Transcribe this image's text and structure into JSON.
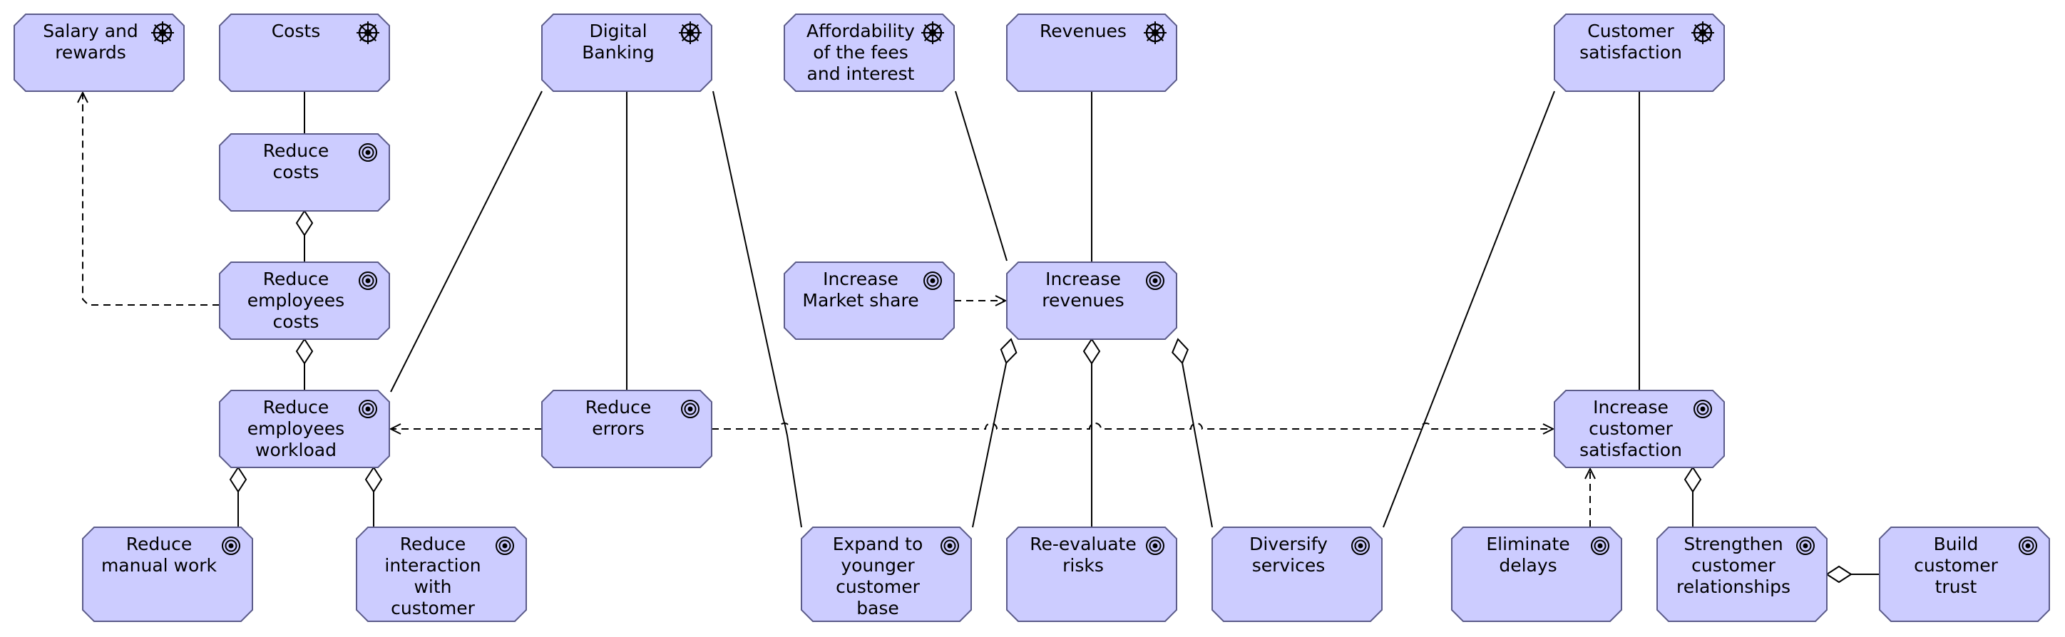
{
  "diagram": {
    "colors": {
      "node_fill": "#ccccff",
      "node_stroke": "#5c5c8a",
      "line": "#000000",
      "background": "#ffffff"
    },
    "nodes": [
      {
        "id": "salary",
        "kind": "driver",
        "lines": [
          "Salary and",
          "rewards"
        ]
      },
      {
        "id": "costs",
        "kind": "driver",
        "lines": [
          "Costs"
        ]
      },
      {
        "id": "digital",
        "kind": "driver",
        "lines": [
          "Digital",
          "Banking"
        ]
      },
      {
        "id": "afford",
        "kind": "driver",
        "lines": [
          "Affordability",
          "of the fees",
          "and interest"
        ]
      },
      {
        "id": "revenues",
        "kind": "driver",
        "lines": [
          "Revenues"
        ]
      },
      {
        "id": "custsat",
        "kind": "driver",
        "lines": [
          "Customer",
          "satisfaction"
        ]
      },
      {
        "id": "redcosts",
        "kind": "goal",
        "lines": [
          "Reduce",
          "costs"
        ]
      },
      {
        "id": "redemp",
        "kind": "goal",
        "lines": [
          "Reduce",
          "employees",
          "costs"
        ]
      },
      {
        "id": "incmkt",
        "kind": "goal",
        "lines": [
          "Increase",
          "Market share"
        ]
      },
      {
        "id": "increv",
        "kind": "goal",
        "lines": [
          "Increase",
          "revenues"
        ]
      },
      {
        "id": "redwork",
        "kind": "goal",
        "lines": [
          "Reduce",
          "employees",
          "workload"
        ]
      },
      {
        "id": "rederr",
        "kind": "goal",
        "lines": [
          "Reduce",
          "errors"
        ]
      },
      {
        "id": "inccust",
        "kind": "goal",
        "lines": [
          "Increase",
          "customer",
          "satisfaction"
        ]
      },
      {
        "id": "redman",
        "kind": "goal",
        "lines": [
          "Reduce",
          "manual work"
        ]
      },
      {
        "id": "redint",
        "kind": "goal",
        "lines": [
          "Reduce",
          "interaction",
          "with",
          "customer"
        ]
      },
      {
        "id": "expand",
        "kind": "goal",
        "lines": [
          "Expand to",
          "younger",
          "customer",
          "base"
        ]
      },
      {
        "id": "reeval",
        "kind": "goal",
        "lines": [
          "Re-evaluate",
          "risks"
        ]
      },
      {
        "id": "divers",
        "kind": "goal",
        "lines": [
          "Diversify",
          "services"
        ]
      },
      {
        "id": "elim",
        "kind": "goal",
        "lines": [
          "Eliminate",
          "delays"
        ]
      },
      {
        "id": "streng",
        "kind": "goal",
        "lines": [
          "Strengthen",
          "customer",
          "relationships"
        ]
      },
      {
        "id": "trust",
        "kind": "goal",
        "lines": [
          "Build",
          "customer",
          "trust"
        ]
      }
    ],
    "edges": [
      {
        "type": "association",
        "from": "costs",
        "to": "redcosts"
      },
      {
        "type": "aggregation",
        "whole": "redcosts",
        "part": "redemp"
      },
      {
        "type": "aggregation",
        "whole": "redemp",
        "part": "redwork"
      },
      {
        "type": "influence",
        "from": "redemp",
        "to": "salary"
      },
      {
        "type": "aggregation",
        "whole": "redwork",
        "part": "redman"
      },
      {
        "type": "aggregation",
        "whole": "redwork",
        "part": "redint"
      },
      {
        "type": "association",
        "from": "digital",
        "to": "redwork"
      },
      {
        "type": "association",
        "from": "digital",
        "to": "rederr"
      },
      {
        "type": "association",
        "from": "digital",
        "to": "expand"
      },
      {
        "type": "influence",
        "from": "rederr",
        "to": "redwork"
      },
      {
        "type": "influence",
        "from": "rederr",
        "to": "inccust"
      },
      {
        "type": "association",
        "from": "afford",
        "to": "increv"
      },
      {
        "type": "association",
        "from": "revenues",
        "to": "increv"
      },
      {
        "type": "influence",
        "from": "incmkt",
        "to": "increv"
      },
      {
        "type": "aggregation",
        "whole": "increv",
        "part": "expand"
      },
      {
        "type": "aggregation",
        "whole": "increv",
        "part": "reeval"
      },
      {
        "type": "aggregation",
        "whole": "increv",
        "part": "divers"
      },
      {
        "type": "association",
        "from": "custsat",
        "to": "divers"
      },
      {
        "type": "association",
        "from": "custsat",
        "to": "inccust"
      },
      {
        "type": "influence",
        "from": "elim",
        "to": "inccust"
      },
      {
        "type": "aggregation",
        "whole": "inccust",
        "part": "streng"
      },
      {
        "type": "aggregation",
        "whole": "streng",
        "part": "trust"
      }
    ]
  }
}
